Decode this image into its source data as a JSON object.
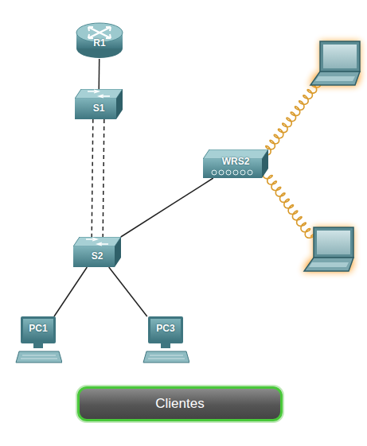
{
  "diagram": {
    "nodes": [
      {
        "text": [
          "R1"
        ]
      },
      {
        "text": [
          "S1"
        ]
      },
      {
        "text": [
          "WRS2"
        ]
      },
      {
        "text": [
          "S2"
        ]
      },
      {
        "text": [
          "PC1"
        ]
      },
      {
        "text": [
          "PC3"
        ]
      },
      {
        "text": [
          "Clientes"
        ]
      }
    ],
    "edges": [
      {
        "from": 0,
        "to": 1,
        "arrow": "none"
      },
      {
        "from": 1,
        "to": 3,
        "arrow": "none"
      },
      {
        "from": 1,
        "to": 3,
        "arrow": "none"
      },
      {
        "from": 3,
        "to": 2,
        "arrow": "none"
      },
      {
        "from": 3,
        "to": 4,
        "arrow": "none"
      },
      {
        "from": 3,
        "to": 5,
        "arrow": "none"
      }
    ]
  }
}
